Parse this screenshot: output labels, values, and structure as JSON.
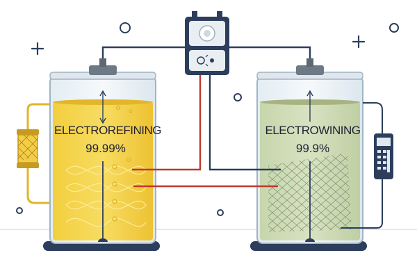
{
  "left_cell": {
    "title": "ELECTROREFINING",
    "purity": "99.99%",
    "electrolyte_color": "#f2c934"
  },
  "right_cell": {
    "title": "ELECTROWINING",
    "purity": "99.9%",
    "electrolyte_color": "#c9d7b0"
  },
  "colors": {
    "outline": "#2c3e5c",
    "positive_wire": "#c0392b",
    "negative_wire": "#2c3e5c",
    "tank_base": "#2c3e5c"
  },
  "icons": [
    "filter-cartridge-icon",
    "power-supply-icon",
    "control-meter-icon",
    "sparkle-plus-icon",
    "bubble-circle-icon"
  ]
}
